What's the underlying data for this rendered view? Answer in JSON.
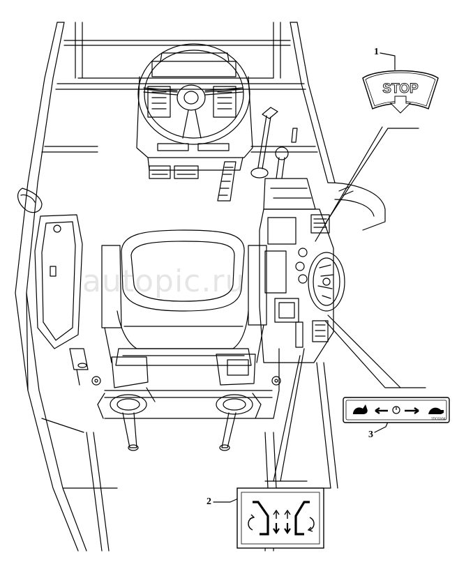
{
  "callouts": {
    "c1": "1",
    "c2": "2",
    "c3": "3"
  },
  "decals": {
    "stop": {
      "text": "STOP",
      "icon": "down-arrow-icon"
    },
    "speed": {
      "icons": [
        "hare-icon",
        "left-arrow-icon",
        "dial-icon",
        "right-arrow-icon",
        "tortoise-icon"
      ],
      "code": "1TIC02/04"
    },
    "hitch": {
      "icons": [
        "lift-arm-up-icon",
        "up-down-arrows-icon",
        "lift-arm-down-icon"
      ]
    }
  },
  "watermark": "autopic.ru",
  "colors": {
    "line": "#000000",
    "background": "#ffffff",
    "watermark": "#cccccc"
  }
}
